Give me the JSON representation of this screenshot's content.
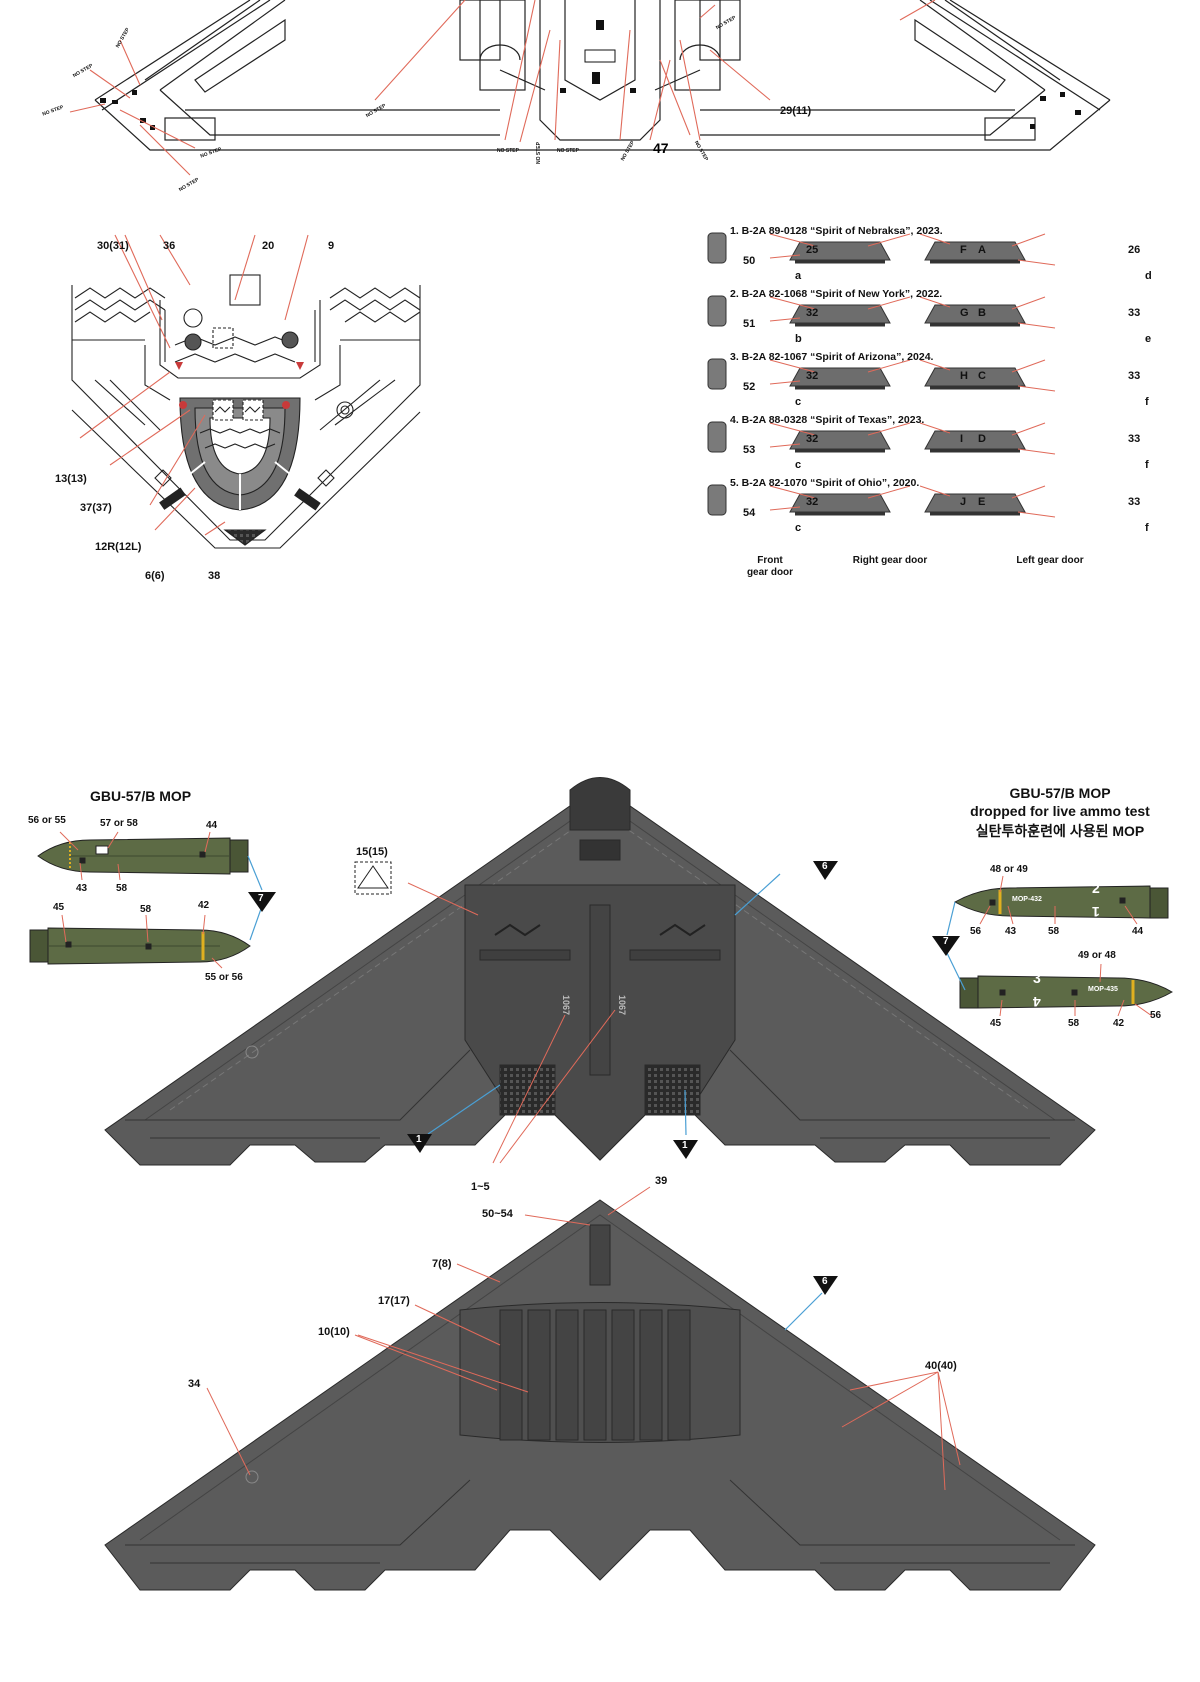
{
  "page": {
    "number": "47"
  },
  "colors": {
    "leader": "#e06a5a",
    "blue_leader": "#4a9fd4",
    "aircraft_gray": "#5b5b5b",
    "bomb_green": "#5d6b45",
    "decal_gray": "#6d6d6d"
  },
  "top_section": {
    "callout": "29(11)",
    "no_step_labels": [
      "NO STEP",
      "NO STEP",
      "NO STEP",
      "NO STEP",
      "NO STEP",
      "NO STEP",
      "NO STEP",
      "NO STEP",
      "NO STEP",
      "NO STEP",
      "NO STEP",
      "NO STEP"
    ]
  },
  "cockpit": {
    "labels": [
      "30(31)",
      "36",
      "20",
      "9",
      "13(13)",
      "37(37)",
      "12R(12L)",
      "6(6)",
      "38"
    ]
  },
  "variants": [
    {
      "title": "1. B-2A 89-0128 “Spirit of Nebraksa”, 2023.",
      "front_no": "50",
      "right_top": "25",
      "right_end": "F",
      "right_sub": "a",
      "left_start": "A",
      "left_top": "26",
      "left_sub": "d"
    },
    {
      "title": "2. B-2A 82-1068 “Spirit of New York”, 2022.",
      "front_no": "51",
      "right_top": "32",
      "right_end": "G",
      "right_sub": "b",
      "left_start": "B",
      "left_top": "33",
      "left_sub": "e"
    },
    {
      "title": "3. B-2A 82-1067 “Spirit of Arizona”, 2024.",
      "front_no": "52",
      "right_top": "32",
      "right_end": "H",
      "right_sub": "c",
      "left_start": "C",
      "left_top": "33",
      "left_sub": "f"
    },
    {
      "title": "4. B-2A 88-0328 “Spirit of Texas”, 2023.",
      "front_no": "53",
      "right_top": "32",
      "right_end": "I",
      "right_sub": "c",
      "left_start": "D",
      "left_top": "33",
      "left_sub": "f"
    },
    {
      "title": "5. B-2A 82-1070 “Spirit of Ohio”, 2020.",
      "front_no": "54",
      "right_top": "32",
      "right_end": "J",
      "right_sub": "c",
      "left_start": "E",
      "left_top": "33",
      "left_sub": "f"
    }
  ],
  "gear_captions": {
    "front": "Front\ngear door",
    "right": "Right gear door",
    "left": "Left gear door"
  },
  "mop_left": {
    "title": "GBU-57/B MOP",
    "labels": [
      "56 or 55",
      "57 or 58",
      "44",
      "43",
      "58",
      "45",
      "58",
      "42",
      "55 or 56"
    ],
    "marker": "7"
  },
  "mop_right": {
    "title_1": "GBU-57/B MOP",
    "title_2": "dropped for live ammo test",
    "title_3": "실탄투하훈련에 사용된 MOP",
    "labels": [
      "48 or 49",
      "56",
      "43",
      "58",
      "44",
      "49 or 48",
      "45",
      "58",
      "42",
      "56"
    ],
    "bomb1_text": "MOP-432",
    "bomb1_nums": [
      "2",
      "1"
    ],
    "bomb2_text": "MOP-435",
    "bomb2_nums": [
      "3",
      "4"
    ],
    "marker": "7"
  },
  "upper_view": {
    "labels": [
      "15(15)",
      "1~5"
    ],
    "markers": [
      "6",
      "1",
      "1"
    ],
    "serials": [
      "1067",
      "1067"
    ]
  },
  "lower_view": {
    "labels": [
      "39",
      "50~54",
      "7(8)",
      "17(17)",
      "10(10)",
      "34",
      "40(40)"
    ],
    "marker": "6"
  }
}
